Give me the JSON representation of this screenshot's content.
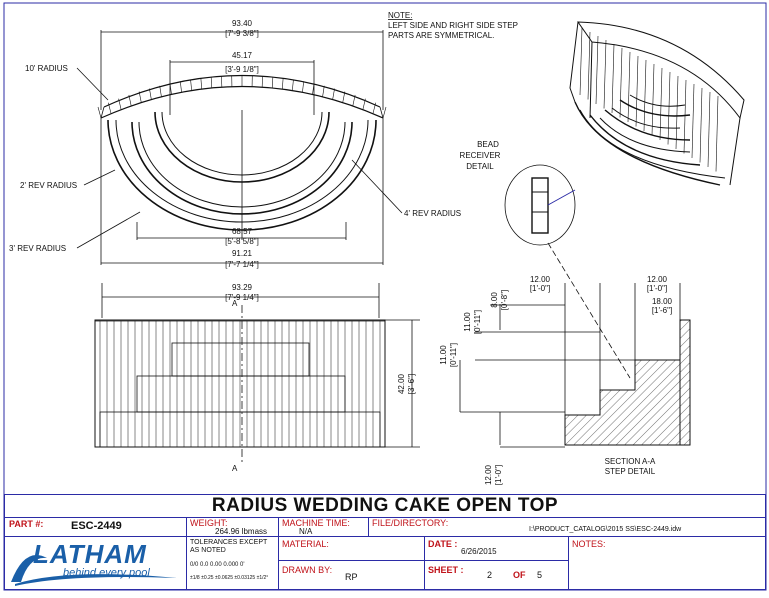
{
  "drawing": {
    "note_title": "NOTE:",
    "note_line1": "LEFT SIDE AND RIGHT SIDE STEP",
    "note_line2": "PARTS ARE SYMMETRICAL.",
    "top_view": {
      "overall_width": "93.40",
      "overall_width_ft": "[7'-9 3/8\"]",
      "inner_width": "45.17",
      "inner_width_ft": "[3'-9 1/8\"]",
      "mid_width": "68.57",
      "mid_width_ft": "[5'-8 5/8\"]",
      "base_width": "91.21",
      "base_width_ft": "[7'-7 1/4\"]",
      "label_10": "10' RADIUS",
      "label_2": "2' REV RADIUS",
      "label_3": "3' REV RADIUS",
      "label_4": "4' REV RADIUS"
    },
    "front_view": {
      "width": "93.29",
      "width_ft": "[7'-9 1/4\"]",
      "height": "42.00",
      "height_ft": "[3'-6\"]",
      "section_mark": "A"
    },
    "bead": {
      "line1": "BEAD",
      "line2": "RECEIVER",
      "line3": "DETAIL"
    },
    "section": {
      "d1": "12.00",
      "d1_ft": "[1'-0\"]",
      "d2": "12.00",
      "d2_ft": "[1'-0\"]",
      "d3": "18.00",
      "d3_ft": "[1'-6\"]",
      "d4": "8.00",
      "d4_ft": "[0'-8\"]",
      "d5": "11.00",
      "d5_ft": "[0'-11\"]",
      "d6": "11.00",
      "d6_ft": "[0'-11\"]",
      "d7": "12.00",
      "d7_ft": "[1'-0\"]",
      "caption1": "SECTION A-A",
      "caption2": "STEP DETAIL"
    }
  },
  "title_block": {
    "title": "RADIUS WEDDING CAKE OPEN TOP",
    "part_label": "PART #:",
    "part_value": "ESC-2449",
    "weight_label": "WEIGHT:",
    "weight_value": "264.96 lbmass",
    "machine_label": "MACHINE TIME:",
    "machine_value": "N/A",
    "file_label": "FILE/DIRECTORY:",
    "file_value": "I:\\PRODUCT_CATALOG\\2015 SS\\ESC-2449.idw",
    "tol_line1": "TOLERANCES EXCEPT",
    "tol_line2": "AS NOTED",
    "tol_line3": "0/0  0.0  0.00  0.000  0'",
    "tol_line4": "±1/8 ±0.25 ±0.0625 ±0.03125 ±1/2°",
    "material_label": "MATERIAL:",
    "date_label": "DATE :",
    "date_value": "6/26/2015",
    "notes_label": "NOTES:",
    "drawn_label": "DRAWN BY:",
    "drawn_value": "RP",
    "sheet_label": "SHEET :",
    "sheet_value": "2",
    "of_label": "OF",
    "of_value": "5",
    "logo_text": "LATHAM",
    "logo_tagline": "behind every pool",
    "colors": {
      "frame": "#2b2ba6",
      "label": "#c0131a",
      "logo": "#1a5fa8"
    }
  }
}
